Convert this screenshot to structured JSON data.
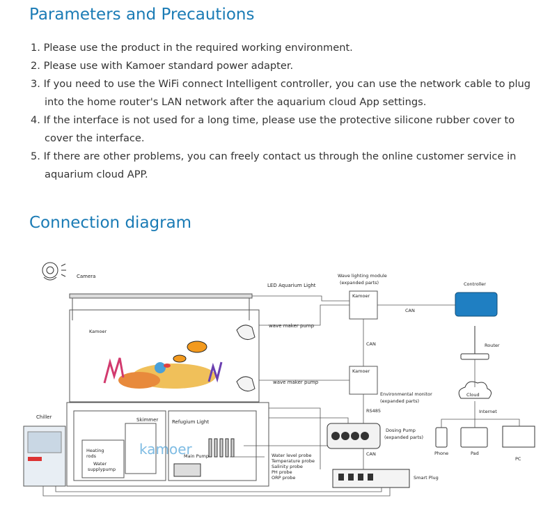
{
  "params": {
    "title": "Parameters and Precautions",
    "items": [
      "1. Please use the product in the required working environment.",
      "2. Please use with Kamoer standard power adapter.",
      "3. If you need to use the WiFi connect Intelligent controller, you can use the network cable to plug into the home router's LAN network after the aquarium cloud App settings.",
      "4. If the interface is not used for a long time, please use the protective silicone rubber cover to cover the interface.",
      "5. If there are other problems, you can freely contact us through the online customer service in aquarium cloud APP."
    ]
  },
  "connection": {
    "title": "Connection diagram",
    "labels": {
      "camera": "Camera",
      "led": "LED Aquarium Light",
      "wave_module": "Wave lighting module",
      "wave_module_sub": "(expanded parts)",
      "controller": "Controller",
      "can1": "CAN",
      "can2": "CAN",
      "can3": "CAN",
      "rs485": "RS485",
      "wavemaker1": "wave maker pump",
      "wavemaker2": "wave maker pump",
      "router": "Router",
      "env": "Environmental monitor",
      "env_sub": "(expanded parts)",
      "cloud": "Cloud",
      "internet": "Internet",
      "chiller": "Chiller",
      "skimmer": "Skimmer",
      "refugium": "Refugium Light",
      "dosing": "Dosing Pump",
      "dosing_sub": "(expanded parts)",
      "heating1": "Heating",
      "heating2": "rods",
      "water1": "Water",
      "water2": "supplypump",
      "main_pump": "Main Pump",
      "probe1": "Water level probe",
      "probe2": "Temperature probe",
      "probe3": "Salinity probe",
      "probe4": "PH probe",
      "probe5": "ORP probe",
      "smart_plug": "Smart Plug",
      "phone": "Phone",
      "pad": "Pad",
      "pc": "PC",
      "brand": "kamoer",
      "brand_small": "Kamoer"
    }
  }
}
